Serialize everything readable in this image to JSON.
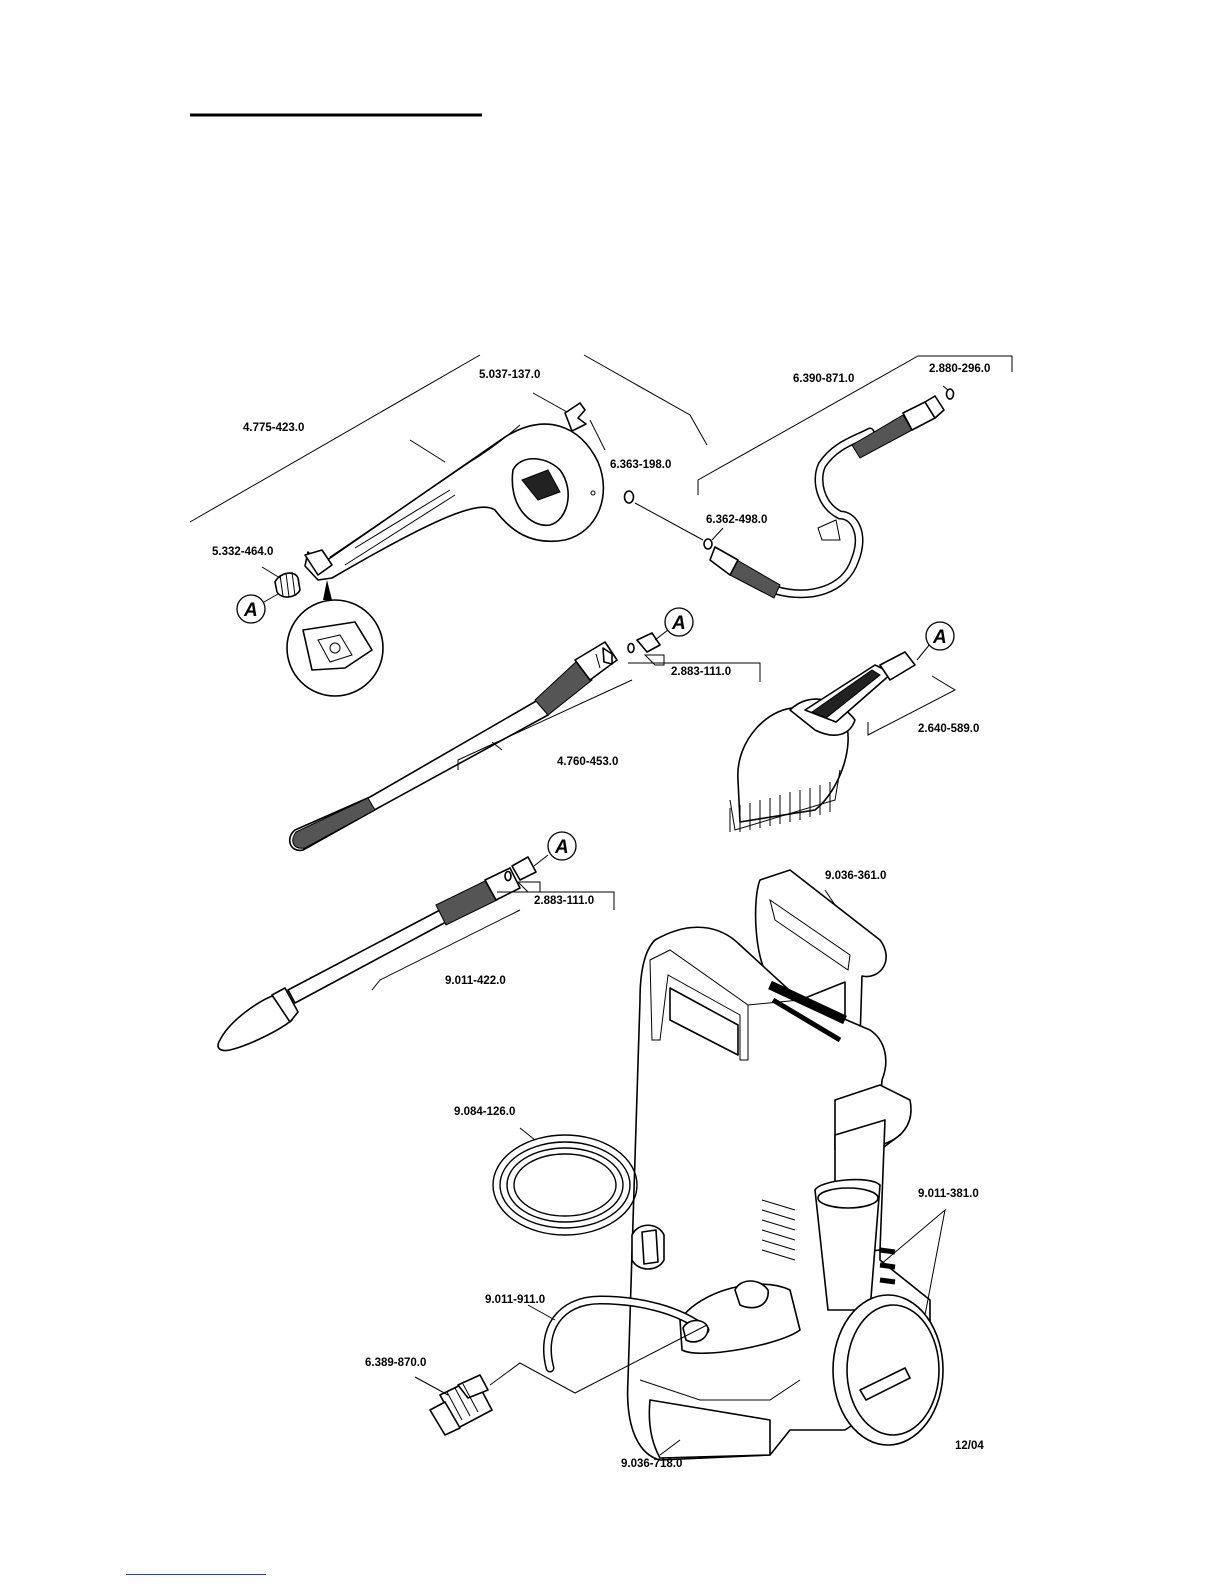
{
  "date_code": "12/04",
  "marker_letter": "A",
  "parts": {
    "trigger_gun": "4.775-423.0",
    "clip": "5.037-137.0",
    "oring_gun": "6.363-198.0",
    "spring": "5.332-464.0",
    "hose_hp": "6.390-871.0",
    "hose_oring": "2.880-296.0",
    "hose_nipple": "6.362-498.0",
    "nozzle_1": "2.883-111.0",
    "spray_lance": "4.760-453.0",
    "wash_brush": "2.640-589.0",
    "nozzle_2": "2.883-111.0",
    "dirt_blaster": "9.011-422.0",
    "handle": "9.036-361.0",
    "garden_hose": "9.084-126.0",
    "wheels": "9.011-381.0",
    "suction_hose": "9.011-911.0",
    "hose_coupling": "6.389-870.0",
    "base": "9.036-718.0"
  }
}
